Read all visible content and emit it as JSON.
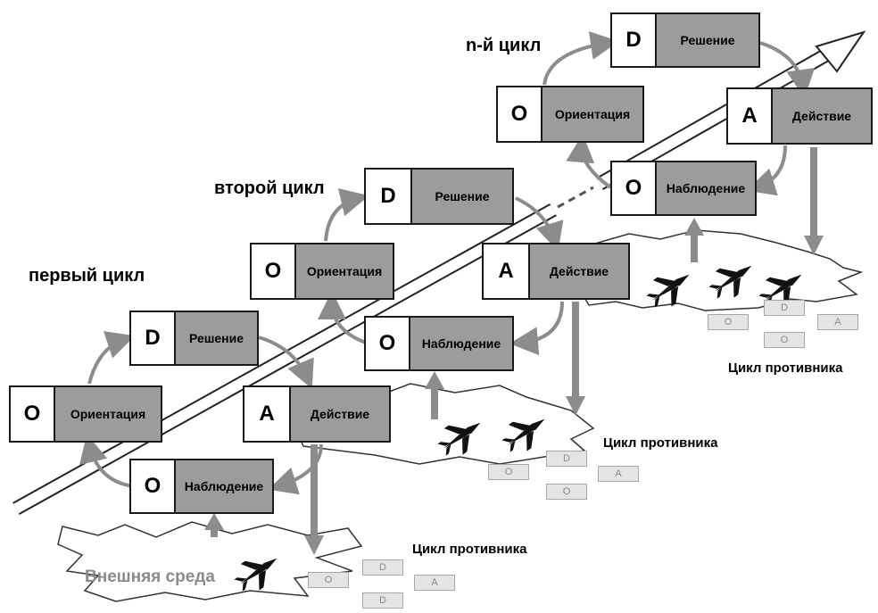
{
  "diagram": {
    "cycle_titles": [
      "первый цикл",
      "второй цикл",
      "n-й цикл"
    ],
    "environment_label": "Внешняя среда",
    "enemy_cycle_label": "Цикл противника",
    "cycles": [
      {
        "observe": {
          "letter": "O",
          "name": "Наблюдение"
        },
        "orient": {
          "letter": "O",
          "name": "Ориентация"
        },
        "decide": {
          "letter": "D",
          "name": "Решение"
        },
        "act": {
          "letter": "A",
          "name": "Действие"
        }
      },
      {
        "observe": {
          "letter": "O",
          "name": "Наблюдение"
        },
        "orient": {
          "letter": "O",
          "name": "Ориентация"
        },
        "decide": {
          "letter": "D",
          "name": "Решение"
        },
        "act": {
          "letter": "A",
          "name": "Действие"
        }
      },
      {
        "observe": {
          "letter": "O",
          "name": "Наблюдение"
        },
        "orient": {
          "letter": "O",
          "name": "Ориентация"
        },
        "decide": {
          "letter": "D",
          "name": "Решение"
        },
        "act": {
          "letter": "A",
          "name": "Действие"
        }
      }
    ],
    "enemy_cycles": [
      {
        "letters": [
          "O",
          "D",
          "A",
          "D"
        ]
      },
      {
        "letters": [
          "O",
          "D",
          "A",
          "O"
        ]
      },
      {
        "letters": [
          "O",
          "D",
          "A",
          "O"
        ]
      }
    ],
    "colors": {
      "box_fill": "#9c9c9c",
      "arrow": "#8c8c8c",
      "border": "#1a1a1a",
      "mini_fill": "#e4e4e4"
    }
  }
}
